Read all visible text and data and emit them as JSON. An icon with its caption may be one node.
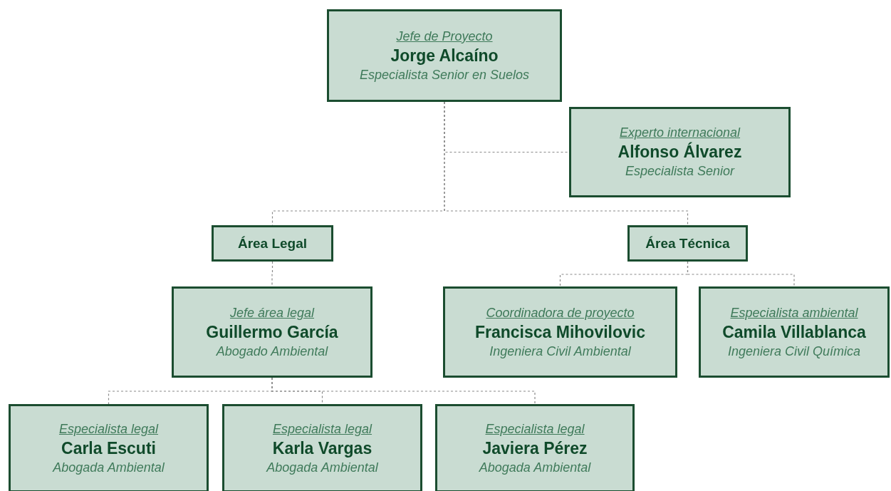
{
  "diagram": {
    "nodes": [
      {
        "text": [
          "Jefe de Proyecto",
          "Jorge Alcaíno",
          "Especialista Senior en Suelos"
        ]
      },
      {
        "text": [
          "Experto internacional",
          "Alfonso Álvarez",
          "Especialista Senior"
        ]
      },
      {
        "text": [
          "Área Legal"
        ]
      },
      {
        "text": [
          "Área Técnica"
        ]
      },
      {
        "text": [
          "Jefe área legal",
          "Guillermo García",
          "Abogado Ambiental"
        ]
      },
      {
        "text": [
          "Coordinadora de proyecto",
          "Francisca Mihovilovic",
          "Ingeniera Civil Ambiental"
        ]
      },
      {
        "text": [
          "Especialista ambiental",
          "Camila Villablanca",
          "Ingeniera Civil Química"
        ]
      },
      {
        "text": [
          "Especialista legal",
          "Carla Escuti",
          "Abogada Ambiental"
        ]
      },
      {
        "text": [
          "Especialista legal",
          "Karla Vargas",
          "Abogada Ambiental"
        ]
      },
      {
        "text": [
          "Especialista legal",
          "Javiera Pérez",
          "Abogada Ambiental"
        ]
      }
    ],
    "edges": [
      {
        "from": 0,
        "to": 1,
        "arrow": "none",
        "style": "dashed"
      },
      {
        "from": 0,
        "to": 2,
        "arrow": "none",
        "style": "dashed"
      },
      {
        "from": 0,
        "to": 3,
        "arrow": "none",
        "style": "dashed"
      },
      {
        "from": 2,
        "to": 4,
        "arrow": "none",
        "style": "dashed"
      },
      {
        "from": 3,
        "to": 5,
        "arrow": "none",
        "style": "dashed"
      },
      {
        "from": 3,
        "to": 6,
        "arrow": "none",
        "style": "dashed"
      },
      {
        "from": 4,
        "to": 7,
        "arrow": "none",
        "style": "dashed"
      },
      {
        "from": 4,
        "to": 8,
        "arrow": "none",
        "style": "dashed"
      },
      {
        "from": 4,
        "to": 9,
        "arrow": "none",
        "style": "dashed"
      }
    ]
  }
}
